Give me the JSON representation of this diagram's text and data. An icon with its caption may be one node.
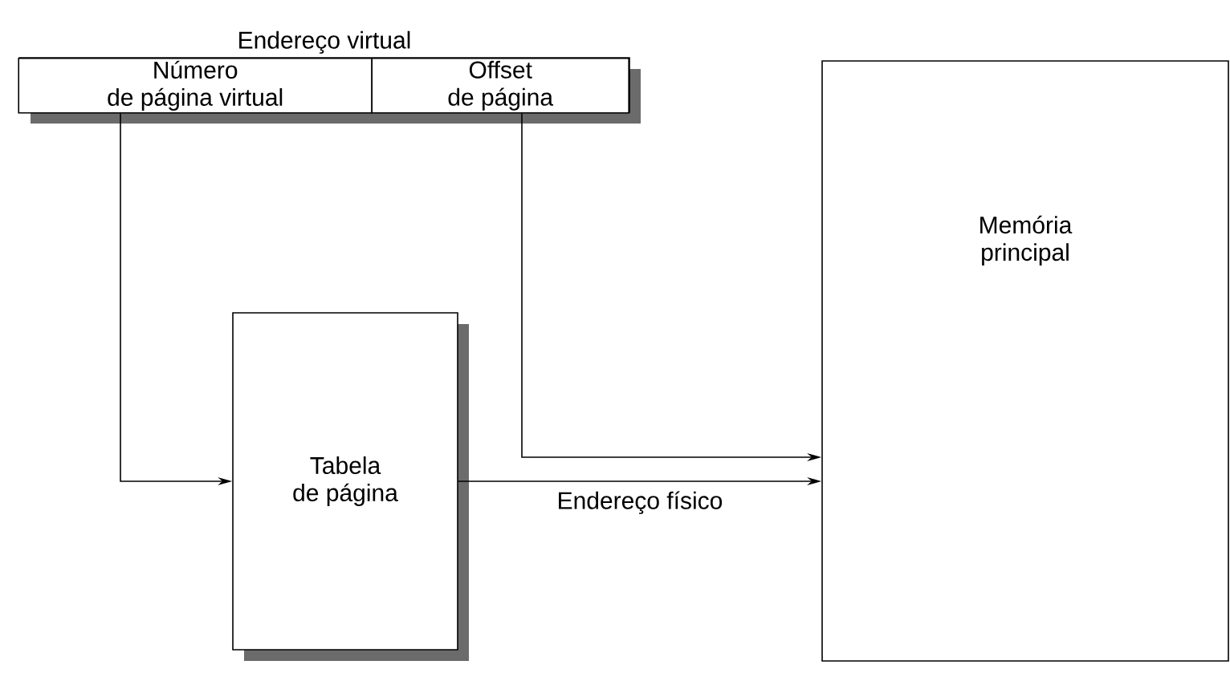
{
  "diagram": {
    "nodes": [
      {
        "text": [
          "Endereço virtual"
        ]
      },
      {
        "text": [
          "Número de página virtual"
        ],
        "in": 0
      },
      {
        "text": [
          "Offset de página"
        ],
        "in": 0
      },
      {
        "text": [
          "Tabela de página"
        ]
      },
      {
        "text": [
          "Memória principal"
        ]
      }
    ],
    "edges": [
      {
        "from": 1,
        "to": 3,
        "arrow": "to"
      },
      {
        "from": 2,
        "to": 4,
        "arrow": "to"
      },
      {
        "from": 3,
        "to": 4,
        "arrow": "to",
        "label": "Endereço físico"
      }
    ]
  }
}
